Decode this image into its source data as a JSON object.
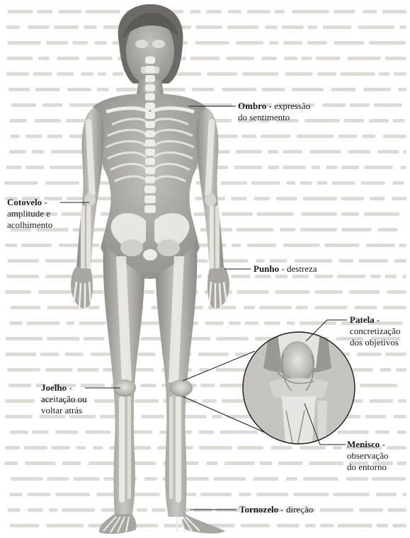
{
  "labels": {
    "ombro": {
      "term": "Ombro",
      "sep": " - ",
      "desc": "expressão",
      "desc2": "do sentimento"
    },
    "cotovelo": {
      "term": "Cotovelo",
      "sep": " -",
      "desc": "amplitude e",
      "desc2": "acolhimento"
    },
    "punho": {
      "term": "Punho",
      "sep": " - ",
      "desc": "destreza"
    },
    "patela": {
      "term": "Patela",
      "sep": " -",
      "desc": "concretização",
      "desc2": "dos objetivos"
    },
    "joelho": {
      "term": "Joelho",
      "sep": " -",
      "desc": "aceitação ou",
      "desc2": "voltar atrás"
    },
    "menisco": {
      "term": "Menisco",
      "sep": " -",
      "desc": "observação",
      "desc2": "do entorno"
    },
    "tornozelo": {
      "term": "Tornozelo",
      "sep": " - ",
      "desc": "direção"
    }
  },
  "colors": {
    "page": "#ffffff",
    "faded_text": "#dedbd6",
    "body_tone": "#a9a6a1",
    "bone": "#eeece8",
    "leader": "#1a1a1a"
  }
}
